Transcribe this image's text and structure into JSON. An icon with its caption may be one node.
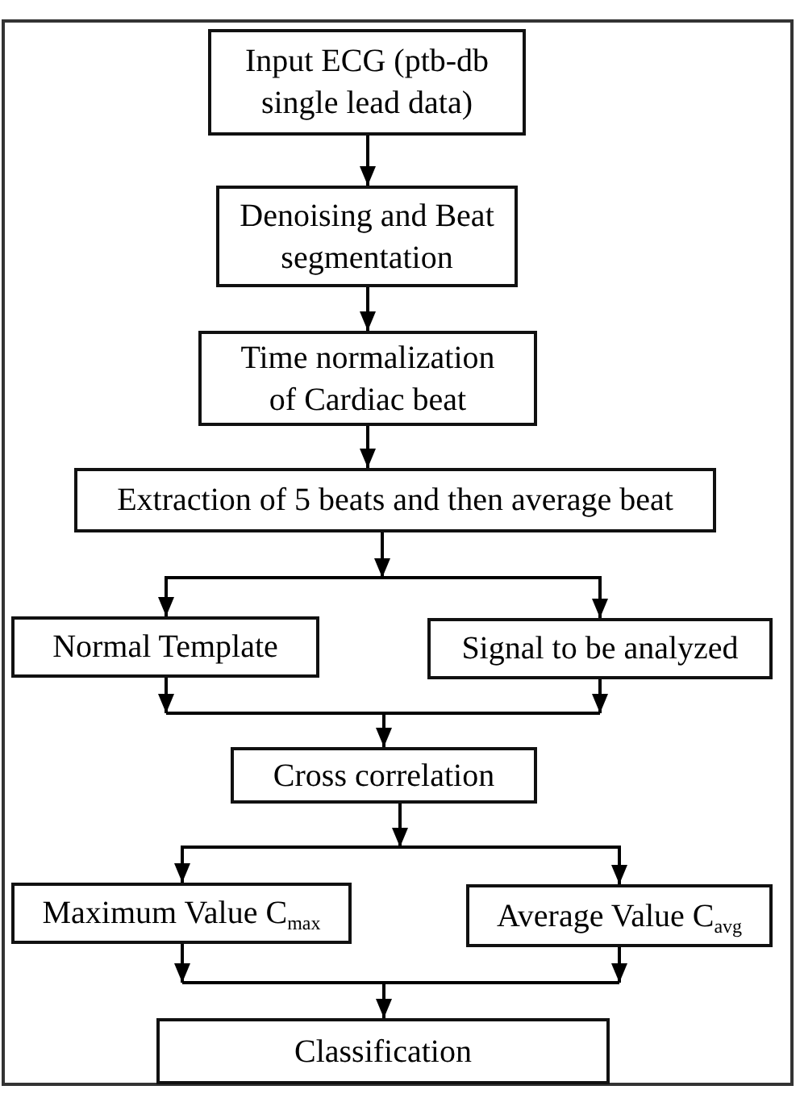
{
  "diagram": {
    "nodes": [
      {
        "text": [
          "Input ECG (ptb-db single lead data)"
        ]
      },
      {
        "text": [
          "Denoising and Beat segmentation"
        ]
      },
      {
        "text": [
          "Time normalization of Cardiac beat"
        ]
      },
      {
        "text": [
          "Extraction of 5 beats and then average beat"
        ]
      },
      {
        "text": [
          "Normal Template"
        ]
      },
      {
        "text": [
          "Signal to be analyzed"
        ]
      },
      {
        "text": [
          "Cross correlation"
        ]
      },
      {
        "text": [
          "Maximum Value C$_{max}$"
        ]
      },
      {
        "text": [
          "Average Value C$_{avg}$"
        ]
      },
      {
        "text": [
          "Classification"
        ]
      }
    ],
    "edges": [
      {
        "from": 0,
        "to": 1,
        "arrow": "to"
      },
      {
        "from": 1,
        "to": 2,
        "arrow": "to"
      },
      {
        "from": 2,
        "to": 3,
        "arrow": "to"
      },
      {
        "from": 3,
        "to": 4,
        "arrow": "to"
      },
      {
        "from": 3,
        "to": 5,
        "arrow": "to"
      },
      {
        "from": 4,
        "to": 6,
        "arrow": "to"
      },
      {
        "from": 5,
        "to": 6,
        "arrow": "to"
      },
      {
        "from": 6,
        "to": 7,
        "arrow": "to"
      },
      {
        "from": 6,
        "to": 8,
        "arrow": "to"
      },
      {
        "from": 7,
        "to": 9,
        "arrow": "to"
      },
      {
        "from": 8,
        "to": 9,
        "arrow": "to"
      }
    ]
  }
}
